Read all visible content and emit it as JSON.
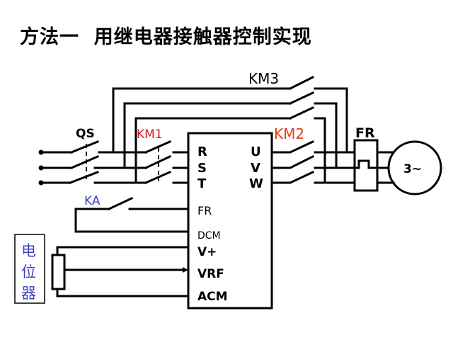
{
  "title": "方法一  用继电器接触器控制实现",
  "labels": {
    "qs": "QS",
    "km1": "KM1",
    "km2": "KM2",
    "km3": "KM3",
    "fr_relay": "FR",
    "ka": "KA",
    "motor": "3~",
    "potentiometer": [
      "电",
      "位",
      "器"
    ]
  },
  "inverter": {
    "inputs": [
      "R",
      "S",
      "T"
    ],
    "outputs": [
      "U",
      "V",
      "W"
    ],
    "terminals": [
      "FR",
      "DCM",
      "V+",
      "VRF",
      "ACM"
    ]
  },
  "colors": {
    "km1": "#d0202a",
    "km2": "#e0401a",
    "ka": "#4040c0",
    "potentiometer": "#4040c0",
    "line": "#000000"
  }
}
